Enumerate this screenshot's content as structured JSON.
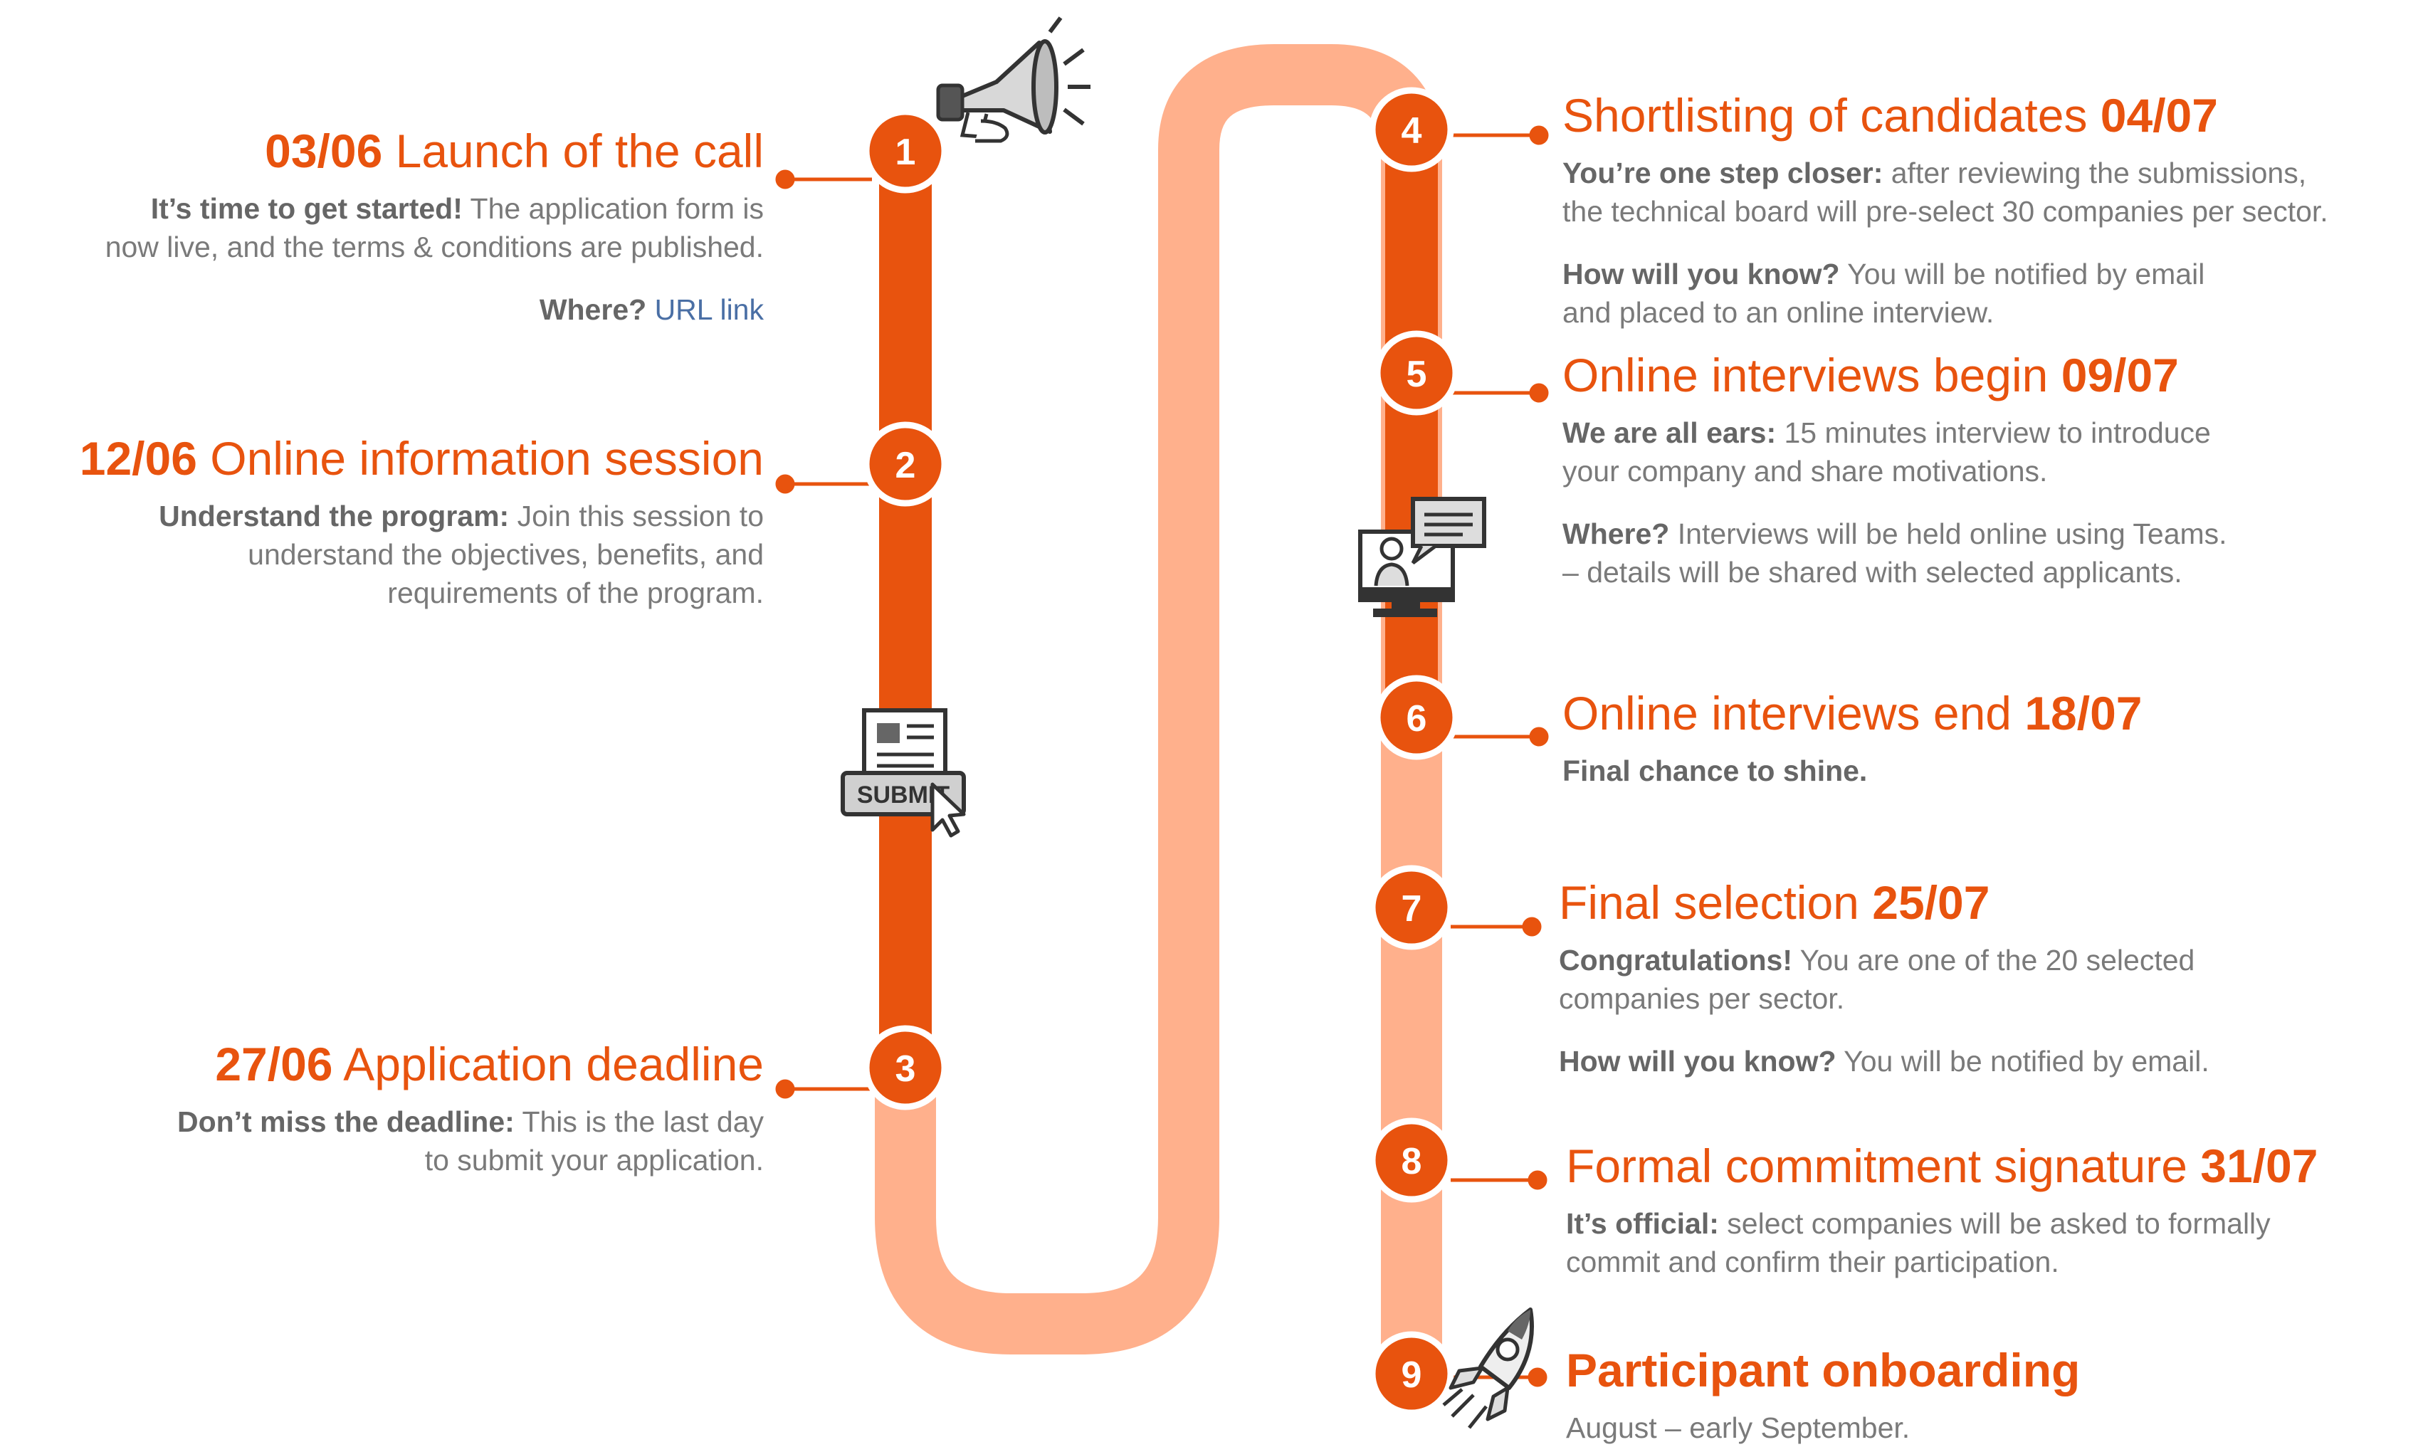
{
  "colors": {
    "accent": "#e8530e",
    "track_light": "#ffb08c",
    "text_gray": "#7a7a7a",
    "link": "#4a6fa5"
  },
  "icons": {
    "step1": "megaphone-icon",
    "step3": "submit-form-icon",
    "step5": "video-chat-monitor-icon",
    "step9": "rocket-icon"
  },
  "submit_icon_text": "SUBMIT",
  "steps": [
    {
      "number": "1",
      "date": "03/06",
      "title": "Launch of the call",
      "paragraphs": [
        {
          "bold": "It’s time to get started!",
          "lines": [
            " The application form is",
            "now live, and the terms & conditions are published."
          ]
        },
        {
          "bold": "Where?",
          "lines": [
            " "
          ],
          "link": "URL link"
        }
      ]
    },
    {
      "number": "2",
      "date": "12/06",
      "title": "Online information session",
      "paragraphs": [
        {
          "bold": "Understand the program:",
          "lines": [
            " Join this session to",
            "understand the objectives, benefits, and",
            "requirements of the program."
          ]
        }
      ]
    },
    {
      "number": "3",
      "date": "27/06",
      "title": "Application deadline",
      "paragraphs": [
        {
          "bold": "Don’t miss the deadline:",
          "lines": [
            " This is the last day",
            "to submit your application."
          ]
        }
      ]
    },
    {
      "number": "4",
      "date": "04/07",
      "title": "Shortlisting of candidates",
      "paragraphs": [
        {
          "bold": "You’re one step closer:",
          "lines": [
            " after reviewing the submissions,",
            "the technical board will pre-select 30 companies per sector."
          ]
        },
        {
          "bold": "How will you know?",
          "lines": [
            " You will be notified by email",
            "and placed to an online interview."
          ]
        }
      ]
    },
    {
      "number": "5",
      "date": "09/07",
      "title": "Online interviews begin",
      "paragraphs": [
        {
          "bold": "We are all ears:",
          "lines": [
            " 15 minutes interview to introduce",
            "your company and share motivations."
          ]
        },
        {
          "bold": "Where?",
          "lines": [
            " Interviews will be held online using Teams.",
            "– details will be shared with selected applicants."
          ]
        }
      ]
    },
    {
      "number": "6",
      "date": "18/07",
      "title": "Online interviews end",
      "paragraphs": [
        {
          "bold": "Final chance to shine.",
          "lines": [
            ""
          ]
        }
      ]
    },
    {
      "number": "7",
      "date": "25/07",
      "title": "Final selection",
      "paragraphs": [
        {
          "bold": "Congratulations!",
          "lines": [
            " You are one of the 20 selected",
            "companies per sector."
          ]
        },
        {
          "bold": "How will you know?",
          "lines": [
            " You will be notified  by email."
          ]
        }
      ]
    },
    {
      "number": "8",
      "date": "31/07",
      "title": "Formal commitment signature",
      "paragraphs": [
        {
          "bold": "It’s official:",
          "lines": [
            " select companies will be asked to formally",
            "commit and confirm their participation."
          ]
        }
      ]
    },
    {
      "number": "9",
      "date": "",
      "title": "Participant onboarding",
      "paragraphs": [
        {
          "bold": "",
          "lines": [
            "August – early September."
          ]
        }
      ]
    }
  ]
}
